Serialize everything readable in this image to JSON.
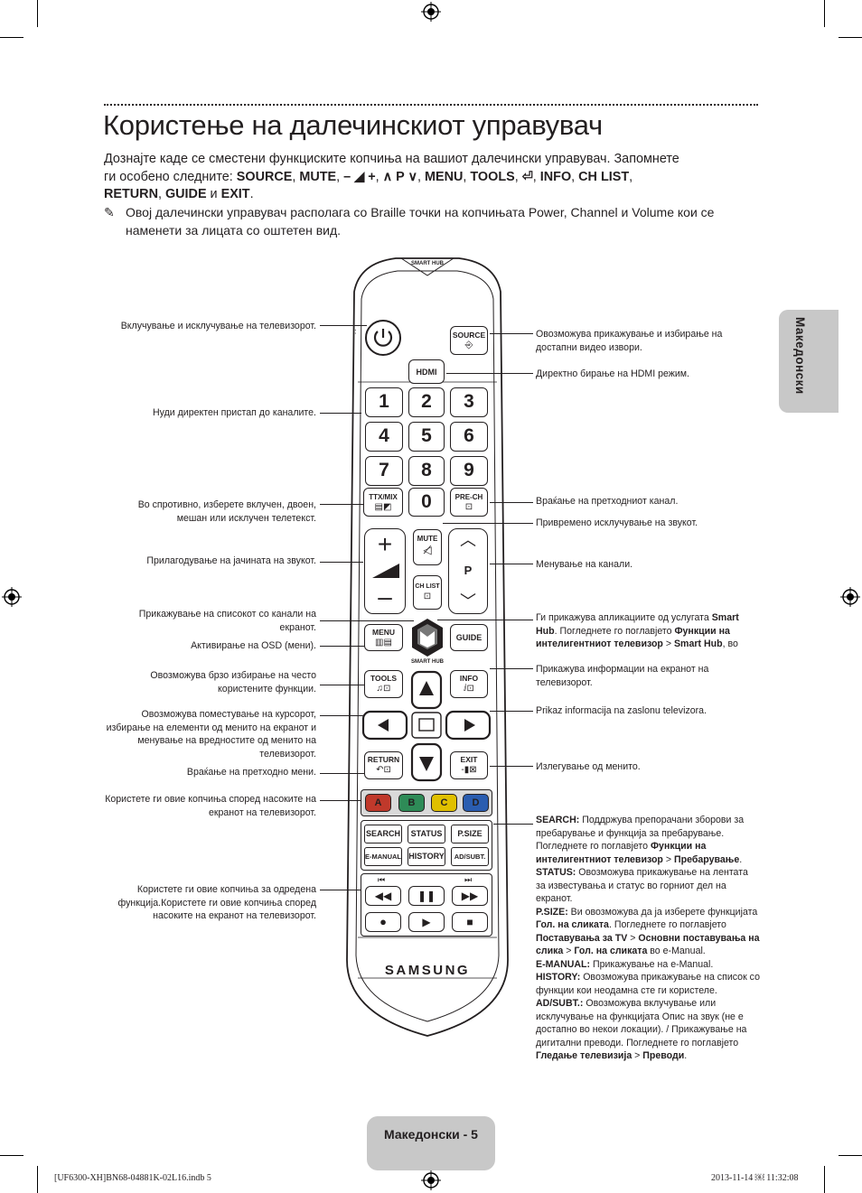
{
  "title": "Користење на далечинскиот управувач",
  "intro": {
    "line1": "Дознајте каде се сместени функциските копчиња на вашиот далечински управувач. Запомнете",
    "p2a": "ги особено следните: ",
    "source": "SOURCE",
    "sep1": ", ",
    "mute": "MUTE",
    "sep2": ", ",
    "vol": "– ◢ +",
    "sep3": ", ",
    "ch": "∧ P ∨",
    "sep4": ", ",
    "menu": "MENU",
    "sep5": ", ",
    "tools": "TOOLS",
    "sep6": ", ",
    "enter": "⏎",
    "sep7": ", ",
    "info": "INFO",
    "sep8": ", ",
    "chlist": "CH LIST",
    "sep9": ",",
    "ret": "RETURN",
    "sep10": ", ",
    "guide": "GUIDE",
    "and": " и ",
    "exit": "EXIT",
    "end": "."
  },
  "note": {
    "pen": "✎",
    "a": "Овој далечински управувач располага со Braille точки на копчињата ",
    "power": "Power",
    "c1": ", ",
    "channel": "Channel",
    "and": " и ",
    "volume": "Volume",
    "b": " кои се наменети за лицата со оштетен вид."
  },
  "side_tab": "Македонски",
  "left_labels": [
    "Вклучување и исклучување на телевизорот.",
    "Нуди директен пристап до каналите.",
    "Во спротивно, изберете вклучен, двоен, мешан или исклучен телетекст.",
    "Прилагодување на јачината на звукот.",
    "Прикажување на списокот со канали на екранот.",
    "Активирање на OSD (мени).",
    "Овозможува брзо избирање на често користените функции.",
    "Овозможува поместување на курсорот, избирање на елементи од менито на екранот и менување на вредностите од менито на телевизорот.",
    "Враќање на претходно мени.",
    "Користете ги овие копчиња според насоките на екранот на телевизорот.",
    "Користете ги овие копчиња за одредена функција.Користете ги овие копчиња според насоките на екранот на телевизорот."
  ],
  "right_labels": {
    "source": "Овозможува прикажување и избирање на достапни видео извори.",
    "hdmi": "Директно бирање на HDMI режим.",
    "prech": "Враќање на претходниот канал.",
    "mute": "Привремено исклучување на звукот.",
    "channel": "Менување на канали.",
    "smart_a": "Ги прикажува апликациите од услугата ",
    "smart_b": "Smart Hub",
    "smart_c": ". Погледнете го поглавјето ",
    "smart_d": "Функции на интелигентниот телевизор",
    "smart_e": " > ",
    "smart_f": "Smart Hub",
    "smart_g": ", во",
    "guide": "Прикажува информации на екранот на телевизорот.",
    "info": "Prikaz informacija na zaslonu televizora.",
    "exit": "Излегување од менито."
  },
  "bottom_right": {
    "search_k": "SEARCH:",
    "search_v": " Поддржува препорачани зборови за пребарување и функција за пребарување. Погледнете го поглавјето ",
    "search_b1": "Функции на интелигентниот телевизор",
    "search_gt": " > ",
    "search_b2": "Пребарување",
    "search_end": ".",
    "status_k": "STATUS:",
    "status_v": " Овозможува прикажување на лентата за известувања и статус во горниот дел на екранот.",
    "psize_k": "P.SIZE:",
    "psize_v": " Ви овозможува да ја изберете функцијата ",
    "psize_b1": "Гол. на сликата",
    "psize_v2": ". Погледнете го поглавјето ",
    "psize_b2": "Поставувања за TV",
    "psize_gt": " > ",
    "psize_b3": "Основни поставувања на слика",
    "psize_gt2": " > ",
    "psize_b4": "Гол. на сликата",
    "psize_v3": " во e-Manual.",
    "emanual_k": "E-MANUAL:",
    "emanual_v": " Прикажување на e-Manual.",
    "history_k": "HISTORY:",
    "history_v": " Овозможува прикажување на список со функции кои неодамна сте ги користеле.",
    "adsubt_k": "AD/SUBT.:",
    "adsubt_v": " Овозможува вклучување или исклучување на функцијата Опис на звук (не е достапно во некои локации). / Прикажување на дигитални преводи. Погледнете го поглавјето ",
    "adsubt_b1": "Гледање телевизија",
    "adsubt_gt": " > ",
    "adsubt_b2": "Преводи",
    "adsubt_end": "."
  },
  "remote": {
    "source": "SOURCE",
    "hdmi": "HDMI",
    "digits": [
      "1",
      "2",
      "3",
      "4",
      "5",
      "6",
      "7",
      "8",
      "9"
    ],
    "zero": "0",
    "ttx": "TTX/MIX",
    "prech": "PRE-CH",
    "mute": "MUTE",
    "chlist": "CH LIST",
    "p": "P",
    "menu": "MENU",
    "smarthub": "SMART HUB",
    "guide": "GUIDE",
    "tools": "TOOLS",
    "info": "INFO",
    "return": "RETURN",
    "exit": "EXIT",
    "colors": [
      "A",
      "B",
      "C",
      "D"
    ],
    "row1": [
      "SEARCH",
      "STATUS",
      "P.SIZE"
    ],
    "row2": [
      "E-MANUAL",
      "HISTORY",
      "AD/SUBT."
    ],
    "brand": "SAMSUNG",
    "colors_hex": [
      "#c0392b",
      "#2e8b57",
      "#e0c000",
      "#2a5db0"
    ]
  },
  "page_number": "Македонски - 5",
  "footer_left": "[UF6300-XH]BN68-04881K-02L16.indb   5",
  "footer_right": "2013-11-14   ￼ 11:32:08"
}
